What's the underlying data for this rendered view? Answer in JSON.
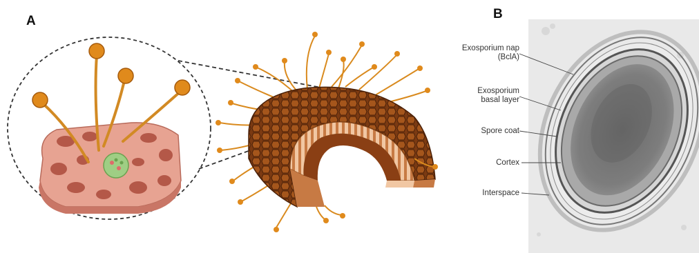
{
  "panels": {
    "a": {
      "letter": "A"
    },
    "b": {
      "letter": "B",
      "labels": [
        {
          "line1": "Exosporium nap",
          "line2": "(BclA)"
        },
        {
          "line1": "Exosporium",
          "line2": "basal layer"
        },
        {
          "line1": "Spore coat",
          "line2": ""
        },
        {
          "line1": "Cortex",
          "line2": ""
        },
        {
          "line1": "Interspace",
          "line2": ""
        }
      ]
    }
  },
  "colors": {
    "hair": "#d98a1e",
    "knob": "#e08a1c",
    "lattice": "#e59a8a",
    "layer_dark": "#7a3a14",
    "layer_light": "#f0c8a8",
    "em_core": "#777777",
    "em_background": "#e9e9e9"
  }
}
